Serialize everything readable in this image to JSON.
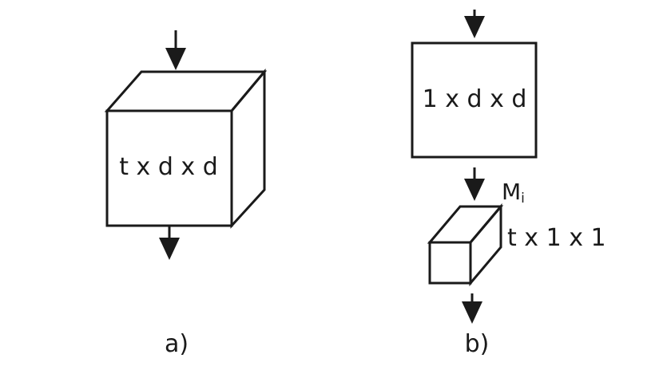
{
  "diagram": {
    "panel_a": {
      "cube_label": "t x d x d",
      "caption": "a)"
    },
    "panel_b": {
      "square_label": "1 x d x d",
      "module_name": "M",
      "module_subscript": "i",
      "prism_label": "t x 1 x 1",
      "caption": "b)"
    },
    "colors": {
      "stroke": "#1a1a1a",
      "background": "#ffffff"
    }
  }
}
